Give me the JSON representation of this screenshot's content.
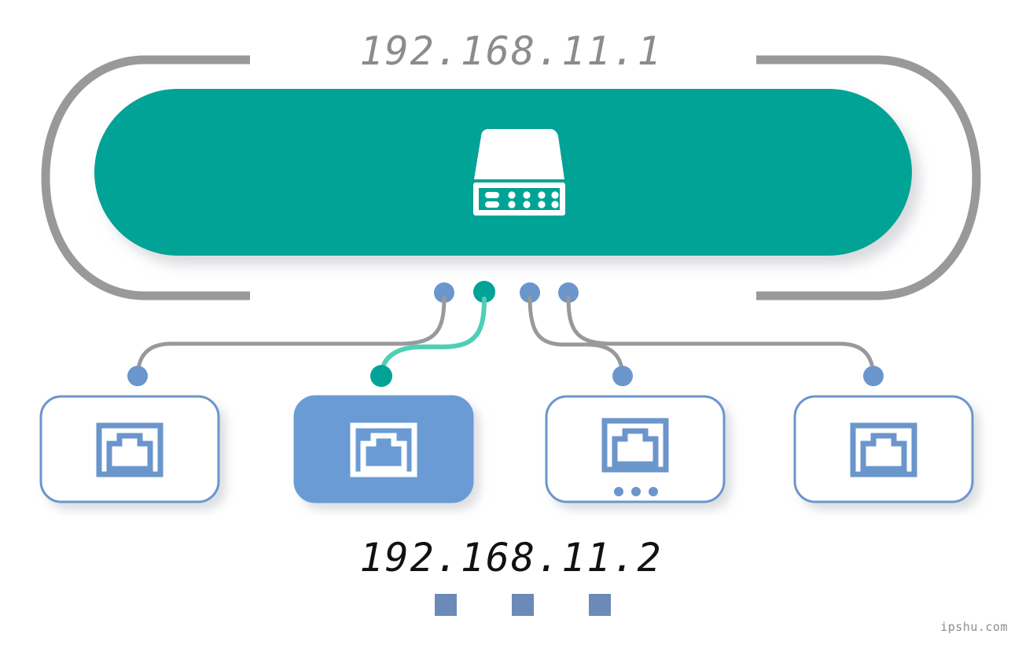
{
  "diagram": {
    "type": "network-topology",
    "top_label": "192.168.11.1",
    "bottom_label": "192.168.11.2",
    "watermark": "ipshu.com",
    "colors": {
      "teal": "#00a396",
      "teal_light": "#4fcfb6",
      "blue": "#6b96cc",
      "blue_selected_fill": "#6b9bd4",
      "gray": "#999999",
      "gray_label": "#8c8c8c",
      "black_label": "#111111",
      "white": "#ffffff",
      "shadow": "#e2e4e6"
    },
    "router": {
      "name": "router-node",
      "icon": "router-icon",
      "shape": "pill",
      "fill": "#00a396",
      "bracket_left": "bracket-left",
      "bracket_right": "bracket-right",
      "ports": [
        {
          "index": 1,
          "color": "#6b96cc",
          "active": false
        },
        {
          "index": 2,
          "color": "#00a396",
          "active": true
        },
        {
          "index": 3,
          "color": "#6b96cc",
          "active": false
        },
        {
          "index": 4,
          "color": "#6b96cc",
          "active": false
        }
      ]
    },
    "links": [
      {
        "from_port": 1,
        "to_device": 1,
        "color": "#999999",
        "active": false
      },
      {
        "from_port": 2,
        "to_device": 2,
        "color": "#4fcfb6",
        "active": true
      },
      {
        "from_port": 3,
        "to_device": 3,
        "color": "#999999",
        "active": false
      },
      {
        "from_port": 4,
        "to_device": 4,
        "color": "#999999",
        "active": false
      }
    ],
    "devices": [
      {
        "index": 1,
        "name": "device-node-1",
        "icon": "ethernet-port-icon",
        "selected": false,
        "fill": "#ffffff",
        "stroke": "#6b96cc",
        "icon_color": "#6b96cc",
        "status_dots": 0,
        "endpoint_color": "#6b96cc"
      },
      {
        "index": 2,
        "name": "device-node-2",
        "icon": "ethernet-port-icon",
        "selected": true,
        "fill": "#6b9bd4",
        "stroke": "#6b9bd4",
        "icon_color": "#ffffff",
        "status_dots": 0,
        "endpoint_color": "#00a396"
      },
      {
        "index": 3,
        "name": "device-node-3",
        "icon": "ethernet-port-icon",
        "selected": false,
        "fill": "#ffffff",
        "stroke": "#6b96cc",
        "icon_color": "#6b96cc",
        "status_dots": 3,
        "endpoint_color": "#6b96cc"
      },
      {
        "index": 4,
        "name": "device-node-4",
        "icon": "ethernet-port-icon",
        "selected": false,
        "fill": "#ffffff",
        "stroke": "#6b96cc",
        "icon_color": "#6b96cc",
        "status_dots": 0,
        "endpoint_color": "#6b96cc"
      }
    ],
    "legend_squares": [
      {
        "index": 1,
        "color": "#6b8ab8"
      },
      {
        "index": 2,
        "color": "#6b8ab8"
      },
      {
        "index": 3,
        "color": "#6b8ab8"
      }
    ]
  }
}
